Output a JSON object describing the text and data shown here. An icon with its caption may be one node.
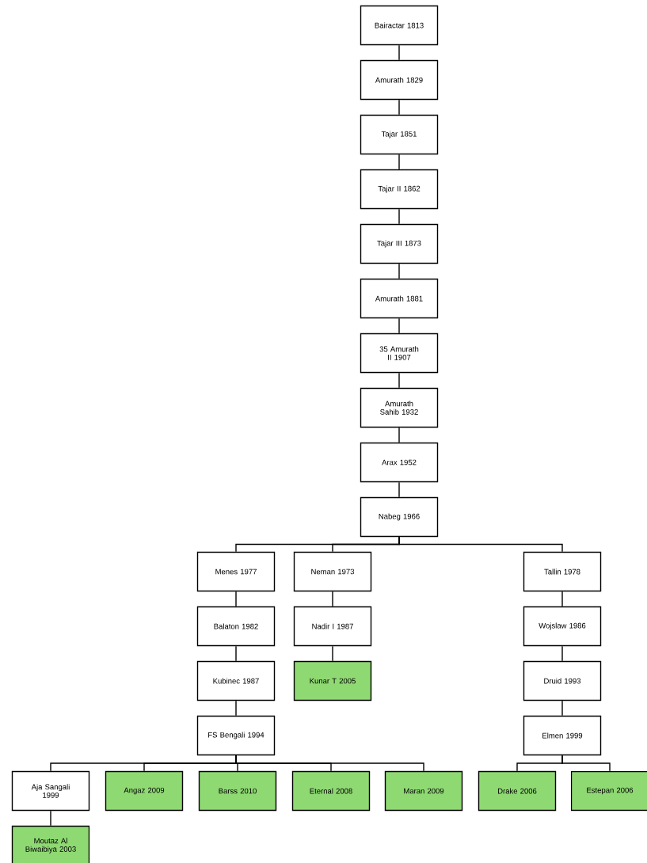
{
  "diagram": {
    "nodes": [
      {
        "text": [
          "Bairactar 1813"
        ]
      },
      {
        "text": [
          "Amurath 1829"
        ]
      },
      {
        "text": [
          "Tajar 1851"
        ]
      },
      {
        "text": [
          "Tajar II 1862"
        ]
      },
      {
        "text": [
          "Tajar III 1873"
        ]
      },
      {
        "text": [
          "Amurath 1881"
        ]
      },
      {
        "text": [
          "35 Amurath II 1907"
        ]
      },
      {
        "text": [
          "Amurath Sahib 1932"
        ]
      },
      {
        "text": [
          "Arax 1952"
        ]
      },
      {
        "text": [
          "Nabeg 1966"
        ]
      },
      {
        "text": [
          "Menes 1977"
        ]
      },
      {
        "text": [
          "Neman 1973"
        ]
      },
      {
        "text": [
          "Tallin 1978"
        ]
      },
      {
        "text": [
          "Balaton 1982"
        ]
      },
      {
        "text": [
          "Nadir I 1987"
        ]
      },
      {
        "text": [
          "Wojslaw 1986"
        ]
      },
      {
        "text": [
          "Kubinec 1987"
        ]
      },
      {
        "text": [
          "Kunar T 2005"
        ]
      },
      {
        "text": [
          "Druid 1993"
        ]
      },
      {
        "text": [
          "FS Bengali 1994"
        ]
      },
      {
        "text": [
          "Elmen 1999"
        ]
      },
      {
        "text": [
          "Aja Sangali 1999"
        ]
      },
      {
        "text": [
          "Angaz 2009"
        ]
      },
      {
        "text": [
          "Barss 2010"
        ]
      },
      {
        "text": [
          "Eternal 2008"
        ]
      },
      {
        "text": [
          "Maran 2009"
        ]
      },
      {
        "text": [
          "Drake 2006"
        ]
      },
      {
        "text": [
          "Estepan 2006"
        ]
      },
      {
        "text": [
          "Moutaz Al Biwaibiya 2003"
        ]
      }
    ],
    "edges": [
      {
        "from": 0,
        "to": 1,
        "arrow": "none"
      },
      {
        "from": 1,
        "to": 2,
        "arrow": "none"
      },
      {
        "from": 2,
        "to": 3,
        "arrow": "none"
      },
      {
        "from": 3,
        "to": 4,
        "arrow": "none"
      },
      {
        "from": 4,
        "to": 5,
        "arrow": "none"
      },
      {
        "from": 5,
        "to": 6,
        "arrow": "none"
      },
      {
        "from": 6,
        "to": 7,
        "arrow": "none"
      },
      {
        "from": 7,
        "to": 8,
        "arrow": "none"
      },
      {
        "from": 8,
        "to": 9,
        "arrow": "none"
      },
      {
        "from": 9,
        "to": 10,
        "arrow": "none"
      },
      {
        "from": 9,
        "to": 11,
        "arrow": "none"
      },
      {
        "from": 9,
        "to": 12,
        "arrow": "none"
      },
      {
        "from": 10,
        "to": 13,
        "arrow": "none"
      },
      {
        "from": 13,
        "to": 16,
        "arrow": "none"
      },
      {
        "from": 16,
        "to": 19,
        "arrow": "none"
      },
      {
        "from": 19,
        "to": 21,
        "arrow": "none"
      },
      {
        "from": 19,
        "to": 22,
        "arrow": "none"
      },
      {
        "from": 19,
        "to": 23,
        "arrow": "none"
      },
      {
        "from": 19,
        "to": 24,
        "arrow": "none"
      },
      {
        "from": 19,
        "to": 25,
        "arrow": "none"
      },
      {
        "from": 21,
        "to": 28,
        "arrow": "none"
      },
      {
        "from": 11,
        "to": 14,
        "arrow": "none"
      },
      {
        "from": 14,
        "to": 17,
        "arrow": "none"
      },
      {
        "from": 12,
        "to": 15,
        "arrow": "none"
      },
      {
        "from": 15,
        "to": 18,
        "arrow": "none"
      },
      {
        "from": 18,
        "to": 20,
        "arrow": "none"
      },
      {
        "from": 20,
        "to": 26,
        "arrow": "none"
      },
      {
        "from": 20,
        "to": 27,
        "arrow": "none"
      }
    ]
  }
}
